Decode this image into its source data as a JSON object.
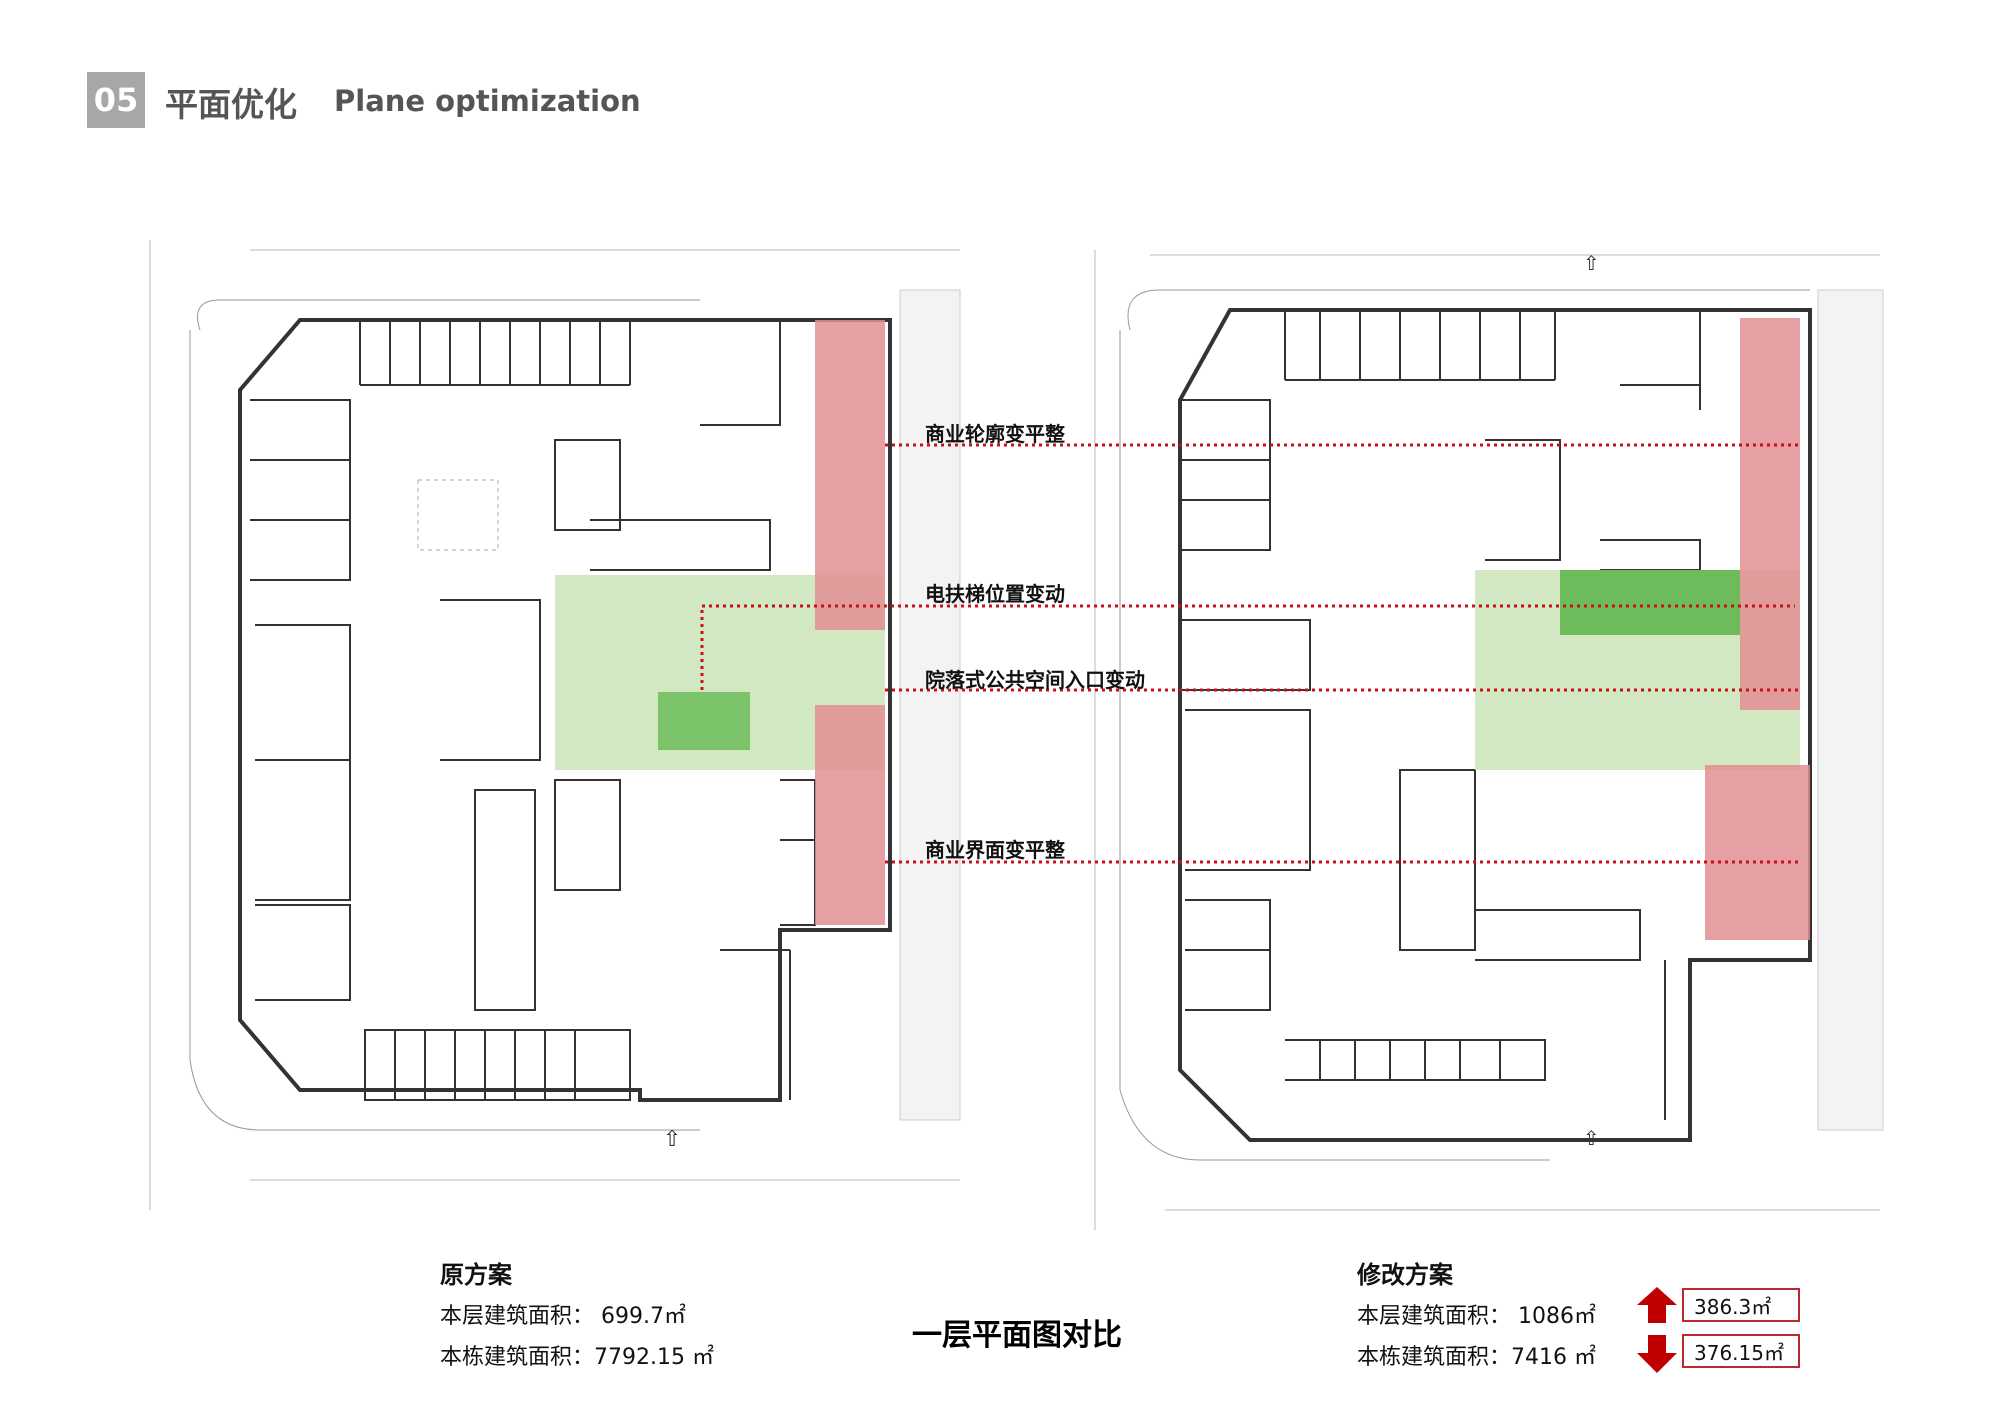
{
  "header": {
    "number": "05",
    "title_cn": "平面优化",
    "title_en": "Plane optimization"
  },
  "annotations": [
    "商业轮廓变平整",
    "电扶梯位置变动",
    "院落式公共空间入口变动",
    "商业界面变平整"
  ],
  "original": {
    "title": "原方案",
    "floor_area": "本层建筑面积： 699.7㎡",
    "building_area": "本栋建筑面积：7792.15 ㎡"
  },
  "caption": "一层平面图对比",
  "revised": {
    "title": "修改方案",
    "floor_area": "本层建筑面积： 1086㎡",
    "building_area": "本栋建筑面积：7416 ㎡",
    "floor_change": "386.3㎡",
    "building_change": "376.15㎡",
    "floor_change_dir": "up",
    "building_change_dir": "down"
  },
  "colors": {
    "commercial": "#e8a0a3",
    "courtyard": "#cde6bd",
    "escalator": "#7cc46a",
    "marker": "#c8101a"
  }
}
